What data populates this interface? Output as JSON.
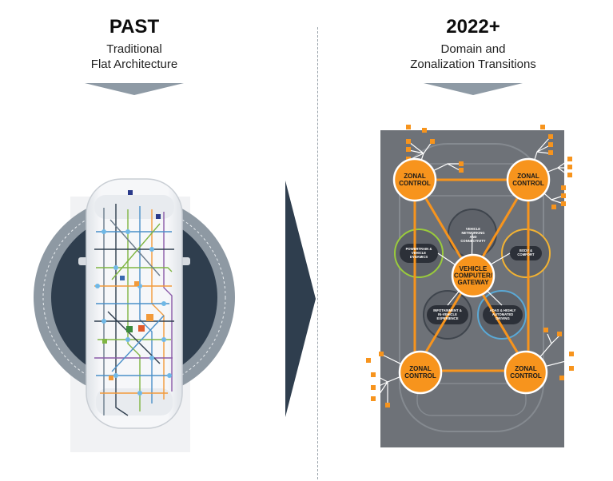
{
  "past": {
    "title": "PAST",
    "subtitle_line1": "Traditional",
    "subtitle_line2": "Flat Architecture"
  },
  "future": {
    "title": "2022+",
    "subtitle_line1": "Domain and",
    "subtitle_line2": "Zonalization Transitions"
  },
  "zonal": {
    "top_left": [
      "ZONAL",
      "CONTROL"
    ],
    "top_right": [
      "ZONAL",
      "CONTROL"
    ],
    "bottom_left": [
      "ZONAL",
      "CONTROL"
    ],
    "bottom_right": [
      "ZONAL",
      "CONTROL"
    ]
  },
  "gateway": [
    "VEHICLE",
    "COMPUTER/",
    "GATEWAY"
  ],
  "domains": {
    "networking": [
      "VEHICLE",
      "NETWORKING",
      "AND",
      "CONNECTIVITY"
    ],
    "powertrain": [
      "POWERTRAIN &",
      "VEHICLE",
      "DYNAMICS"
    ],
    "body": [
      "BODY &",
      "COMFORT"
    ],
    "infotainment": [
      "INFOTAINMENT &",
      "IN-VEHICLE",
      "EXPERIENCE"
    ],
    "adas": [
      "ADAS & HIGHLY",
      "AUTOMATED",
      "DRIVING"
    ]
  },
  "colors": {
    "orange": "#f7941d",
    "dark_navy": "#2f3e4e",
    "panel_gray": "#6e7278",
    "green_ring": "#9acb3c",
    "blue_ring": "#5aa9d6",
    "gold_ring": "#f2b233"
  }
}
